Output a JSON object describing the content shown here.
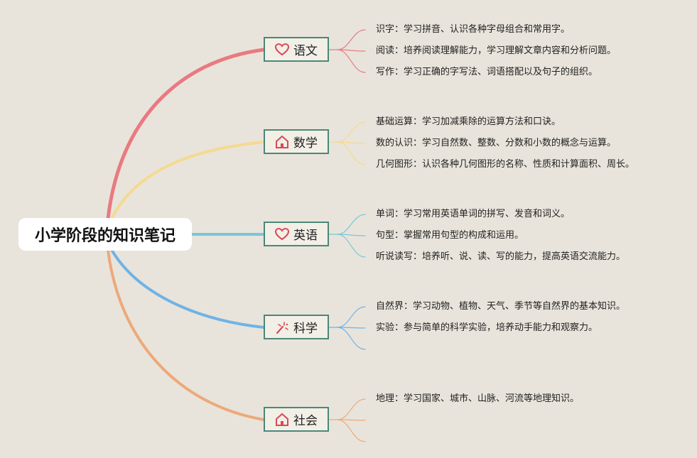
{
  "root": {
    "title": "小学阶段的知识笔记"
  },
  "branches": [
    {
      "label": "语文",
      "icon": "heart-icon",
      "color": "#e97a80",
      "items": [
        "识字：学习拼音、认识各种字母组合和常用字。",
        "阅读：培养阅读理解能力，学习理解文章内容和分析问题。",
        "写作：学习正确的字写法、词语搭配以及句子的组织。"
      ]
    },
    {
      "label": "数学",
      "icon": "house-icon",
      "color": "#f5d98f",
      "items": [
        "基础运算：学习加减乘除的运算方法和口诀。",
        "数的认识：学习自然数、整数、分数和小数的概念与运算。",
        "几何图形：认识各种几何图形的名称、性质和计算面积、周长。"
      ]
    },
    {
      "label": "英语",
      "icon": "heart-icon",
      "color": "#79c7d9",
      "items": [
        "单词：学习常用英语单词的拼写、发音和词义。",
        "句型：掌握常用句型的构成和运用。",
        "听说读写：培养听、说、读、写的能力，提高英语交流能力。"
      ]
    },
    {
      "label": "科学",
      "icon": "magic-wand-icon",
      "color": "#6fb3e6",
      "items": [
        "自然界：学习动物、植物、天气、季节等自然界的基本知识。",
        "实验：参与简单的科学实验，培养动手能力和观察力。",
        ""
      ]
    },
    {
      "label": "社会",
      "icon": "house-icon",
      "color": "#eda97a",
      "items": [
        "地理：学习国家、城市、山脉、河流等地理知识。",
        "",
        ""
      ]
    }
  ]
}
